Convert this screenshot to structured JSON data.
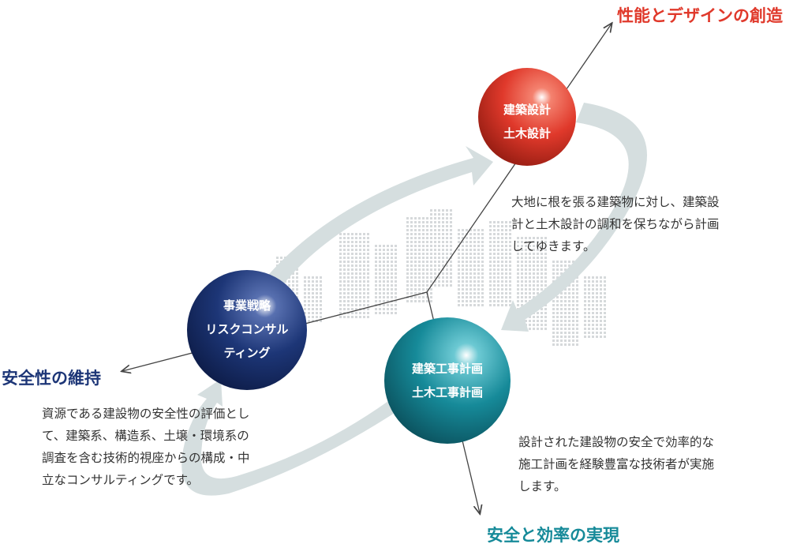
{
  "outcomes": {
    "design": "性能とデザインの創造",
    "safety": "安全性の維持",
    "efficiency": "安全と効率の実現"
  },
  "spheres": {
    "design": {
      "lines": [
        "建築設計",
        "土木設計"
      ]
    },
    "consulting": {
      "lines": [
        "事業戦略",
        "リスクコンサル",
        "ティング"
      ]
    },
    "construction": {
      "lines": [
        "建築工事計画",
        "土木工事計画"
      ]
    }
  },
  "descriptions": {
    "design": [
      "大地に根を張る建築物に対し、建築設",
      "計と土木設計の調和を保ちながら計画",
      "してゆきます。"
    ],
    "consulting": [
      "資源である建設物の安全性の評価とし",
      "て、建築系、構造系、土壌・環境系の",
      "調査を含む技術的視座からの構成・中",
      "立なコンサルティングです。"
    ],
    "construction": [
      "設計された建設物の安全で効率的な",
      "施工計画を経験豊富な技術者が実施",
      "します。"
    ]
  },
  "colors": {
    "red": "#e0392b",
    "navy": "#1d3677",
    "teal": "#168a99",
    "arrow": "#d5dedf"
  }
}
